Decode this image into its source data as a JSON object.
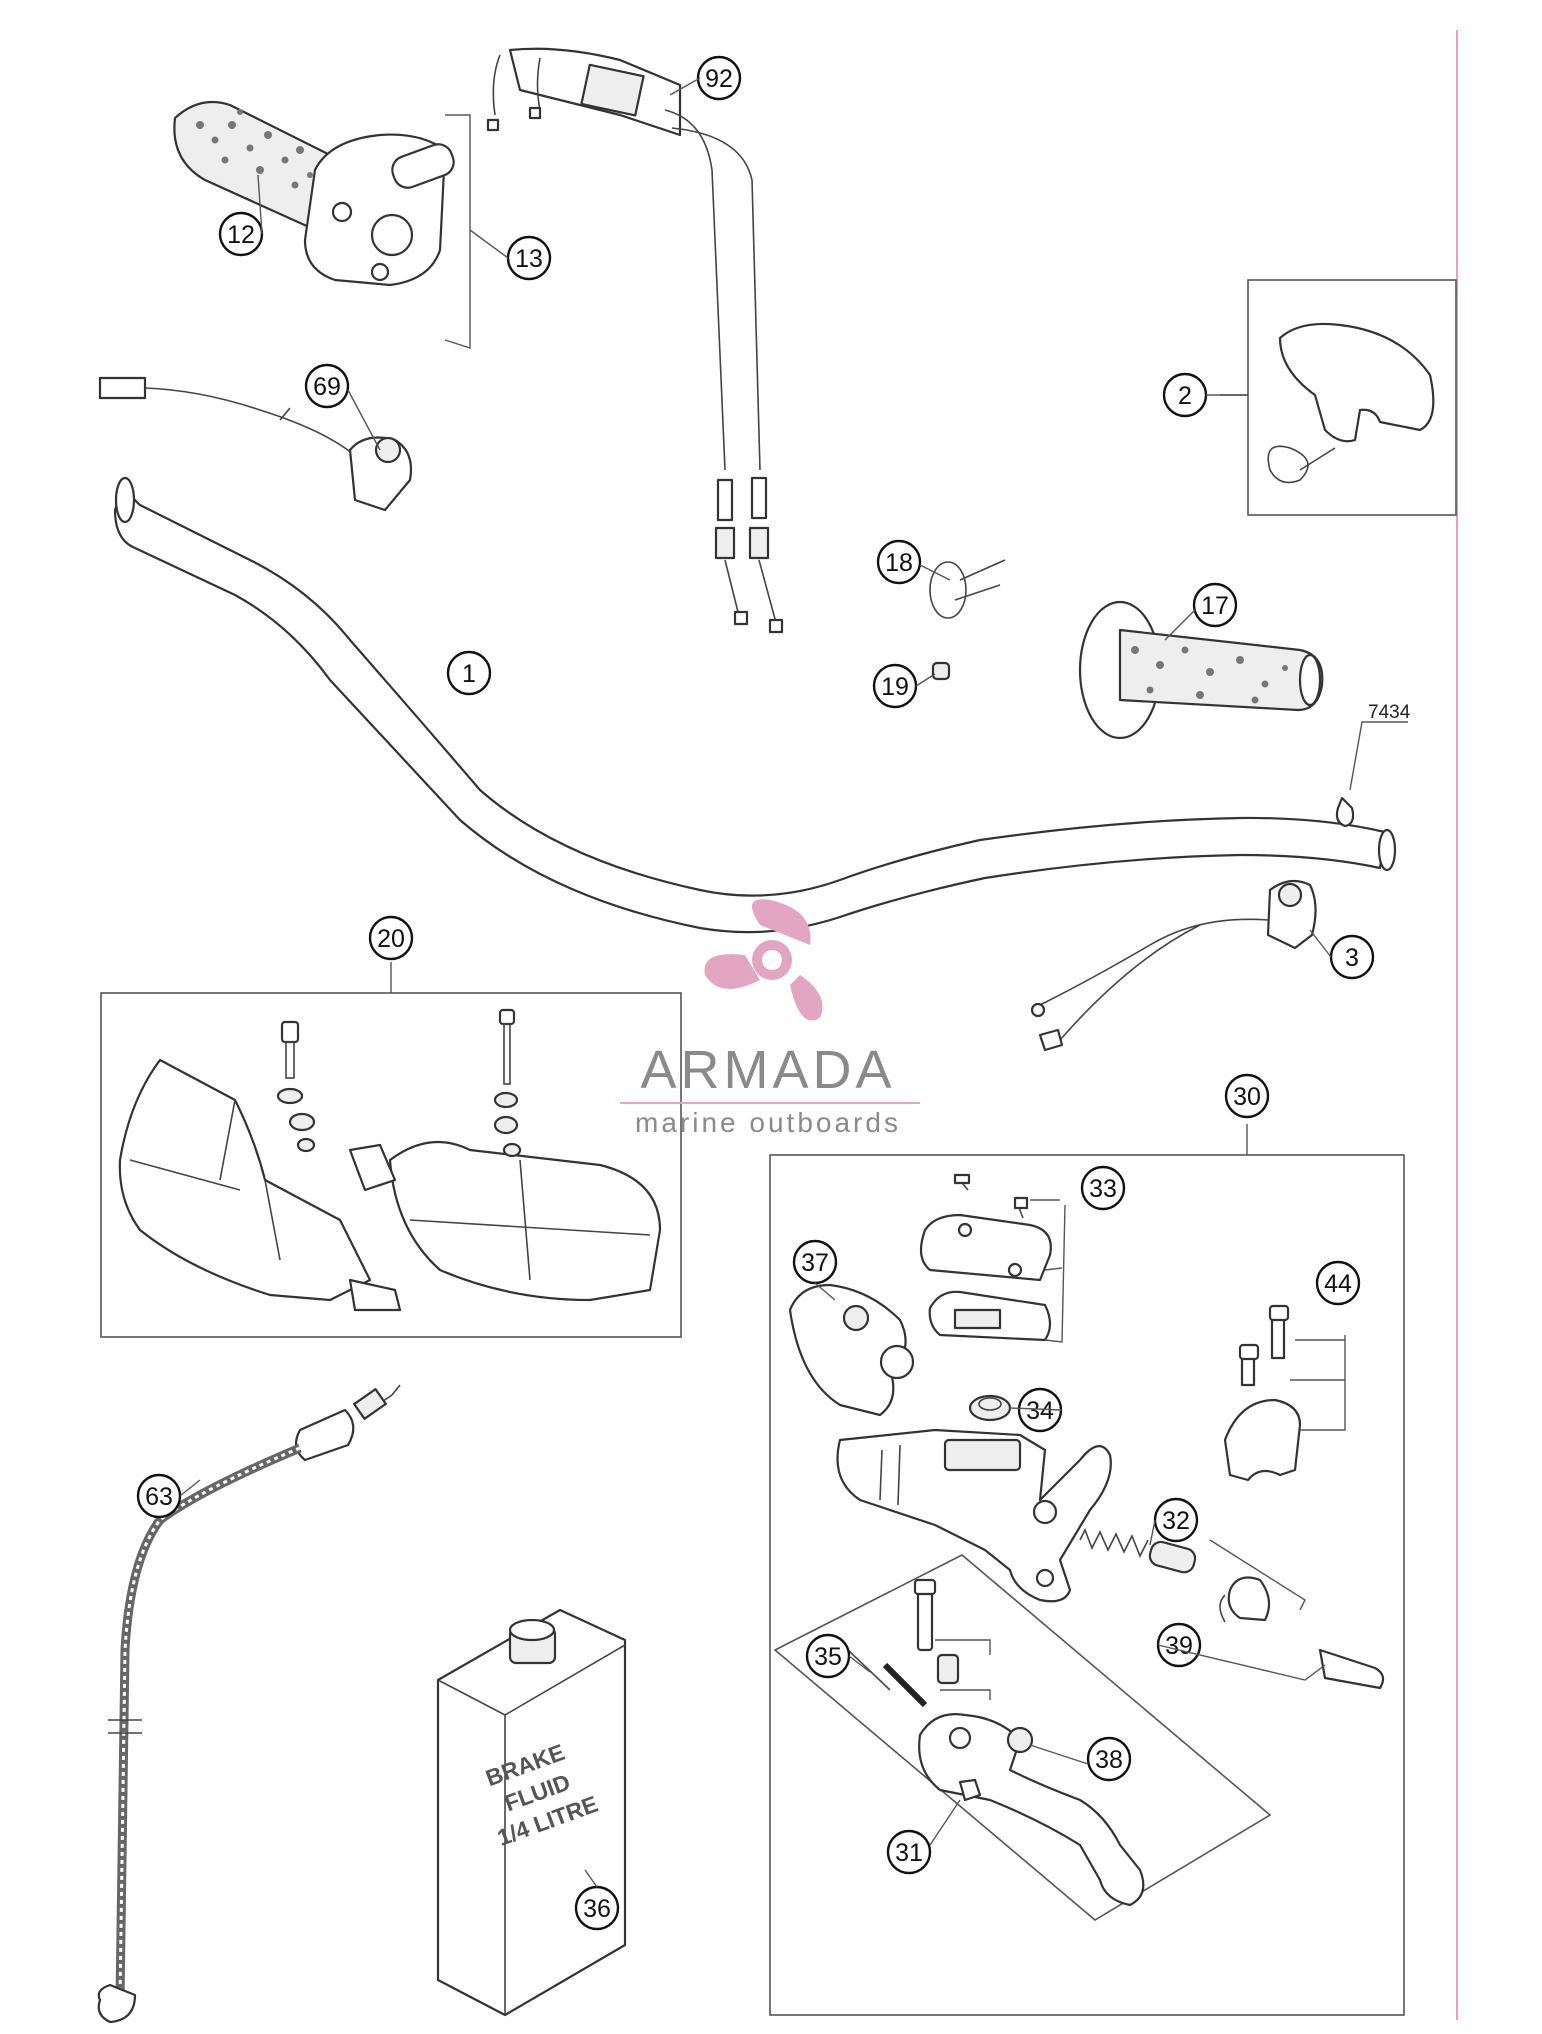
{
  "callouts": [
    "1",
    "2",
    "3",
    "12",
    "13",
    "17",
    "18",
    "19",
    "20",
    "30",
    "31",
    "32",
    "33",
    "34",
    "35",
    "36",
    "37",
    "38",
    "39",
    "44",
    "63",
    "69",
    "92"
  ],
  "plain_label": "7434",
  "watermark": {
    "title": "ARMADA",
    "subtitle": "marine outboards",
    "color": "#e2a6c3",
    "gray": "#8a8a8a"
  },
  "fluid_can": {
    "line1": "BRAKE",
    "line2": "FLUID",
    "line3": "1/4 LITRE"
  },
  "margin_line_color": "#e8a0b4"
}
